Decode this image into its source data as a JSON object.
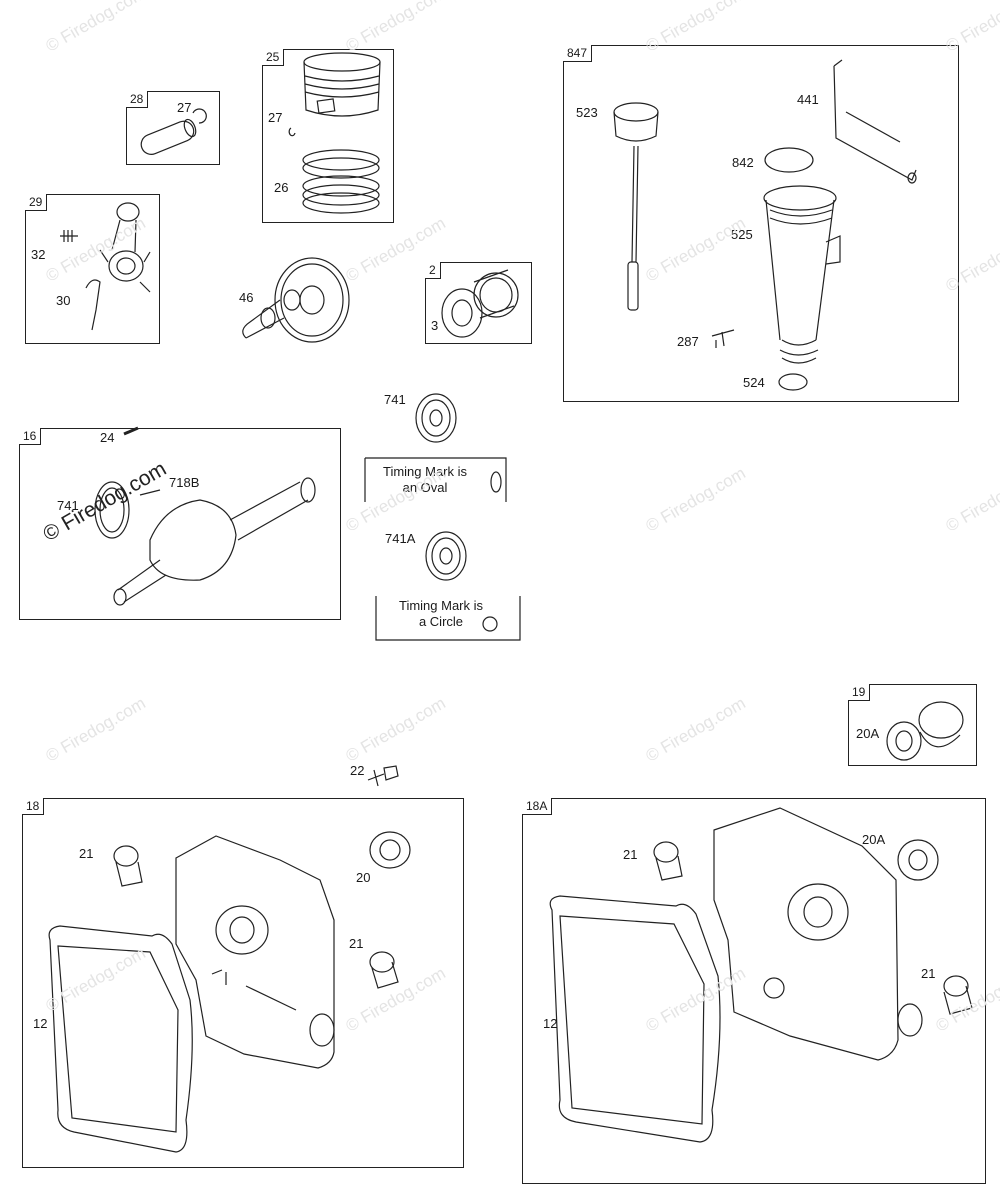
{
  "watermark": "© Firedog.com",
  "groups": {
    "g28": "28",
    "g25": "25",
    "g29": "29",
    "g2": "2",
    "g16": "16",
    "g847": "847",
    "g19": "19",
    "g18": "18",
    "g18A": "18A"
  },
  "parts": {
    "p27a": "27",
    "p27b": "27",
    "p26": "26",
    "p32": "32",
    "p30": "30",
    "p46": "46",
    "p3": "3",
    "p24": "24",
    "p741a": "741",
    "p718B": "718B",
    "p741b": "741",
    "p741A": "741A",
    "p523": "523",
    "p441": "441",
    "p842": "842",
    "p525": "525",
    "p287": "287",
    "p524": "524",
    "p20A_a": "20A",
    "p22": "22",
    "p21a": "21",
    "p20": "20",
    "p21b": "21",
    "p12a": "12",
    "p21c": "21",
    "p20A_b": "20A",
    "p21d": "21",
    "p12b": "12"
  },
  "notes": {
    "oval_line1": "Timing Mark is",
    "oval_line2": "an Oval",
    "circle_line1": "Timing Mark is",
    "circle_line2": "a Circle"
  }
}
